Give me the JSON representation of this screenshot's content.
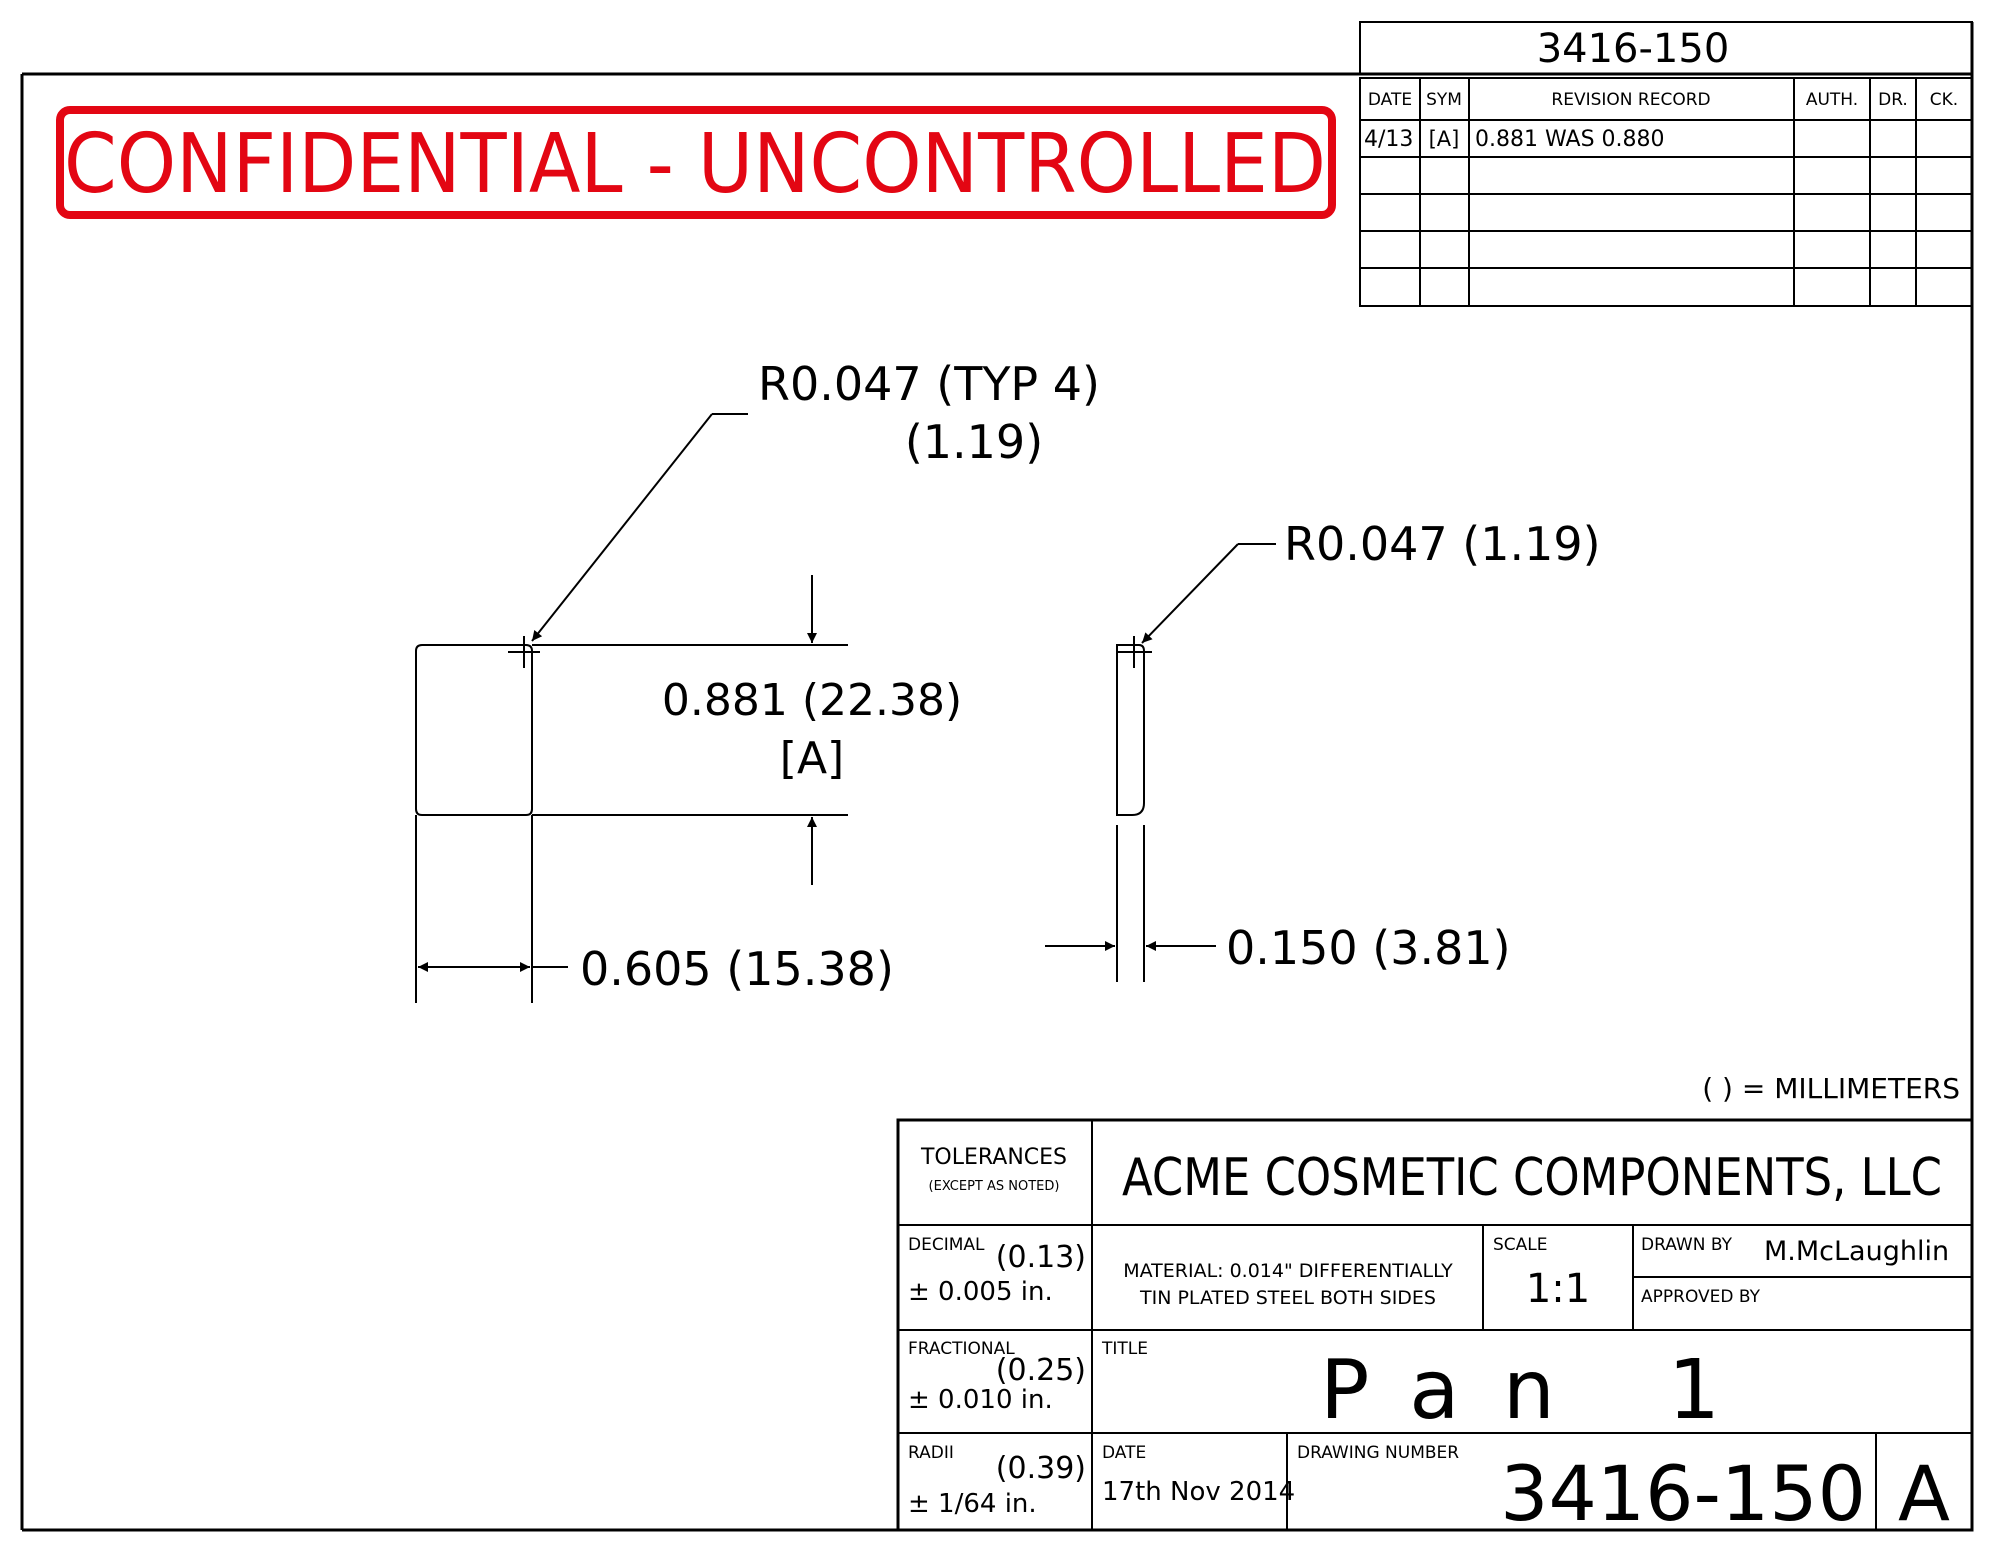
{
  "part_number_header": "3416-150",
  "watermark": "CONFIDENTIAL - UNCONTROLLED",
  "revision_table": {
    "headers": [
      "DATE",
      "SYM",
      "REVISION RECORD",
      "AUTH.",
      "DR.",
      "CK."
    ],
    "rows": [
      {
        "date": "4/13",
        "sym": "[A]",
        "record": "0.881 WAS 0.880",
        "auth": "",
        "dr": "",
        "ck": ""
      }
    ]
  },
  "dimensions": {
    "corner_radius_top": "R0.047 (TYP 4)",
    "corner_radius_bottom": "(1.19)",
    "side_radius": "R0.047 (1.19)",
    "height": "0.881 (22.38)",
    "height_rev": "[A]",
    "width": "0.605 (15.38)",
    "thickness": "0.150 (3.81)"
  },
  "units_note": "( ) = MILLIMETERS",
  "title_block": {
    "tolerances_label": "TOLERANCES",
    "tolerances_sub": "(EXCEPT AS NOTED)",
    "company": "ACME COSMETIC COMPONENTS, LLC",
    "decimal_label": "DECIMAL",
    "decimal_mm": "(0.13)",
    "decimal_value": "± 0.005 in.",
    "material_line1": "MATERIAL: 0.014\" DIFFERENTIALLY",
    "material_line2": "TIN PLATED STEEL BOTH SIDES",
    "scale_label": "SCALE",
    "scale_value": "1:1",
    "drawn_by_label": "DRAWN BY",
    "drawn_by_value": "M.McLaughlin",
    "approved_by_label": "APPROVED BY",
    "fractional_label": "FRACTIONAL",
    "fractional_mm": "(0.25)",
    "fractional_value": "± 0.010 in.",
    "title_label": "TITLE",
    "title_value": "Pan 1",
    "radii_label": "RADII",
    "radii_mm": "(0.39)",
    "radii_value": "± 1/64 in.",
    "date_label": "DATE",
    "date_value": "17th Nov 2014",
    "drawing_number_label": "DRAWING NUMBER",
    "drawing_number_value": "3416-150",
    "revision_value": "A"
  },
  "colors": {
    "ink": "#000000",
    "watermark": "#e30613"
  }
}
